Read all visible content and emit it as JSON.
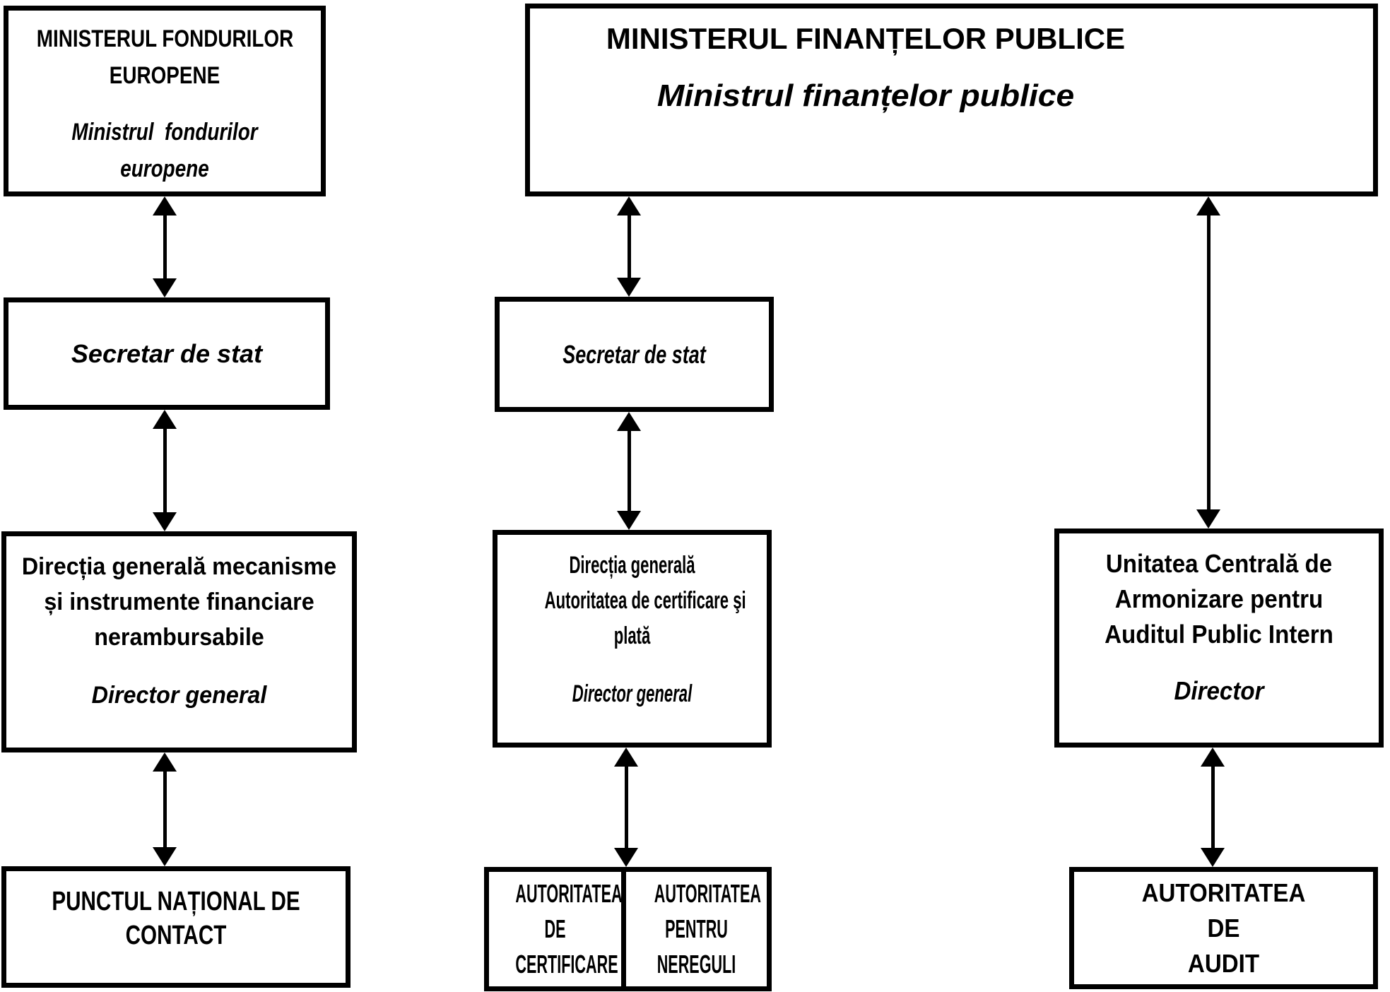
{
  "colors": {
    "background": "#ffffff",
    "line": "#000000",
    "text": "#000000"
  },
  "boxes": {
    "ministerul_fondurilor": {
      "title_lines": [
        "MINISTERUL FONDURILOR",
        "EUROPENE"
      ],
      "subtitle_lines": [
        "Ministrul  fondurilor",
        "europene"
      ]
    },
    "secretar_stat_mfe": {
      "subtitle_lines": [
        "Secretar de stat"
      ]
    },
    "directia_mecanisme": {
      "title_lines": [
        "Direcția generală mecanisme",
        "și instrumente financiare",
        "nerambursabile"
      ],
      "subtitle_lines": [
        "Director general"
      ]
    },
    "punctul_national": {
      "title_lines": [
        "PUNCTUL NAȚIONAL DE",
        "CONTACT"
      ]
    },
    "ministerul_finantelor": {
      "title_lines": [
        "MINISTERUL FINANȚELOR PUBLICE"
      ],
      "subtitle_lines": [
        "Ministrul finanțelor publice"
      ]
    },
    "secretar_stat_mfp": {
      "subtitle_lines": [
        "Secretar de stat"
      ]
    },
    "directia_certificare_plata": {
      "title_lines": [
        "Direcția generală",
        "Autoritatea de certificare şi",
        "plată"
      ],
      "subtitle_lines": [
        "Director general"
      ]
    },
    "autoritatea_certificare": {
      "title_lines": [
        "AUTORITATEA",
        "DE",
        "CERTIFICARE"
      ]
    },
    "autoritatea_nereguli": {
      "title_lines": [
        "AUTORITATEA",
        "PENTRU",
        "NEREGULI"
      ]
    },
    "unitatea_audit_intern": {
      "title_lines": [
        "Unitatea Centrală de",
        "Armonizare pentru",
        "Auditul Public Intern"
      ],
      "subtitle_lines": [
        "Director"
      ]
    },
    "autoritatea_audit": {
      "title_lines": [
        "AUTORITATEA",
        "DE",
        "AUDIT"
      ]
    }
  }
}
